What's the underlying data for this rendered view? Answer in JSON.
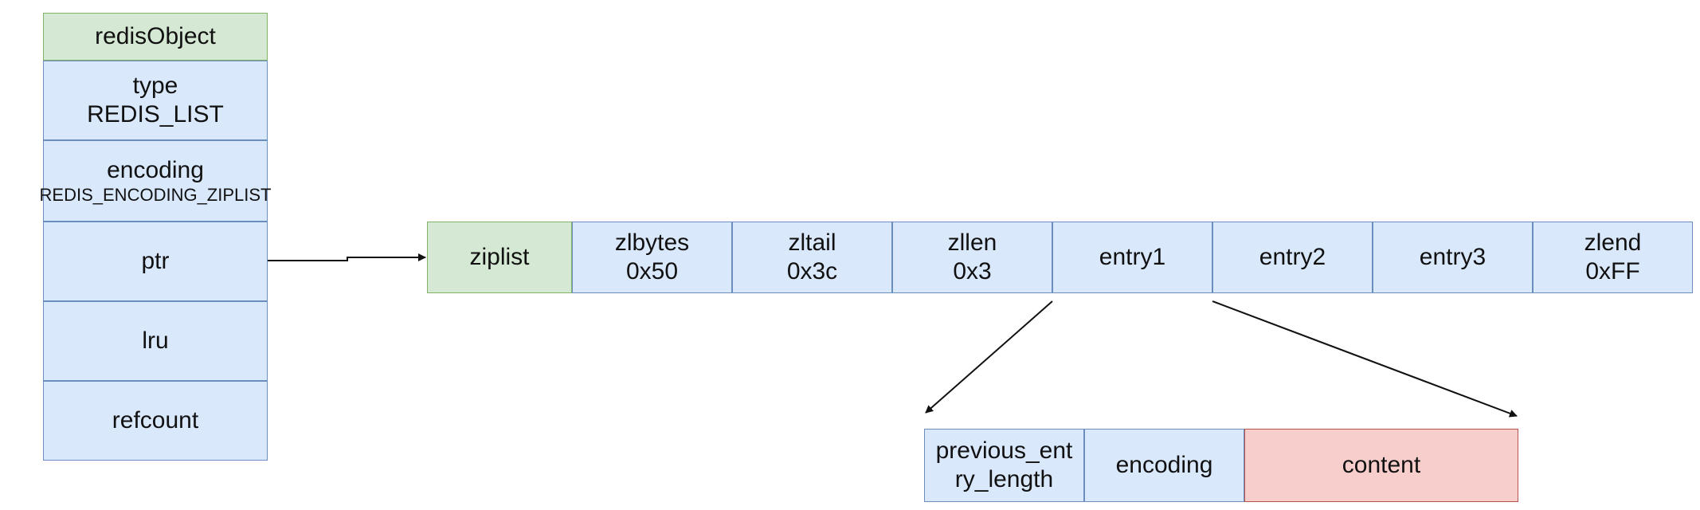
{
  "redis_object": {
    "header": "redisObject",
    "type_label": "type",
    "type_value": "REDIS_LIST",
    "encoding_label": "encoding",
    "encoding_value": "REDIS_ENCODING_ZIPLIST",
    "ptr": "ptr",
    "lru": "lru",
    "refcount": "refcount"
  },
  "ziplist": {
    "header": "ziplist",
    "zlbytes_label": "zlbytes",
    "zlbytes_value": "0x50",
    "zltail_label": "zltail",
    "zltail_value": "0x3c",
    "zllen_label": "zllen",
    "zllen_value": "0x3",
    "entry1": "entry1",
    "entry2": "entry2",
    "entry3": "entry3",
    "zlend_label": "zlend",
    "zlend_value": "0xFF"
  },
  "entry": {
    "previous_entry_length_line1": "previous_ent",
    "previous_entry_length_line2": "ry_length",
    "encoding": "encoding",
    "content": "content"
  },
  "colors": {
    "header_fill": "#d5e8d4",
    "header_stroke": "#82b366",
    "cell_fill": "#dae8fc",
    "cell_stroke": "#6c8ebf",
    "content_fill": "#f8cecc",
    "content_stroke": "#b85450"
  }
}
